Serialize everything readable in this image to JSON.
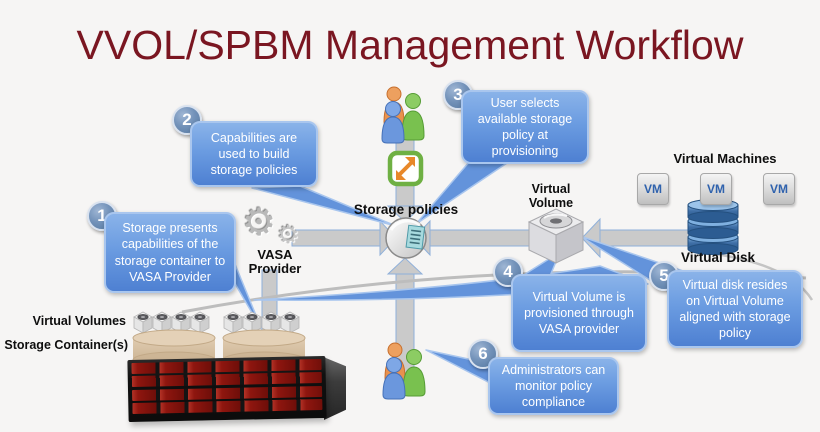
{
  "title": "VVOL/SPBM Management Workflow",
  "callouts": [
    {
      "number": "1",
      "text": "Storage presents capabilities of the storage container to VASA Provider"
    },
    {
      "number": "2",
      "text": "Capabilities are used to build storage policies"
    },
    {
      "number": "3",
      "text": "User selects available storage policy at provisioning"
    },
    {
      "number": "4",
      "text": "Virtual Volume is provisioned through VASA provider"
    },
    {
      "number": "5",
      "text": "Virtual disk resides on Virtual Volume aligned with storage policy"
    },
    {
      "number": "6",
      "text": "Administrators can monitor policy compliance"
    }
  ],
  "labels": {
    "storage_policies": "Storage policies",
    "virtual_volume": "Virtual Volume",
    "virtual_machines": "Virtual Machines",
    "virtual_disk": "Virtual Disk",
    "vasa_provider": "VASA Provider",
    "virtual_volumes": "Virtual Volumes",
    "storage_containers": "Storage Container(s)"
  },
  "vm_badges": [
    "VM",
    "VM",
    "VM"
  ],
  "icons": {
    "gear_glyph": "⚙",
    "people_group": "three-person-group",
    "vsphere": "vsphere-client-icon",
    "policy_hub": "storage-policy-document",
    "virtual_volume_cube": "3d-cube-with-disk",
    "virtual_disk_stack": "blue-disk-cylinder-stack",
    "storage_array": "rack-storage-array-red-drives"
  },
  "colors": {
    "title_maroon": "#7a1621",
    "callout_blue": "#5e8fd6",
    "callout_border": "#a9c6ee",
    "arrow_gray": "#cacaca",
    "arrow_edge_blue": "#8fb0da",
    "disk_blue": "#3f6ea6",
    "container_tan": "#d7c1a5",
    "drive_red": "#a51c15",
    "vm_text_blue": "#2f62ad"
  }
}
